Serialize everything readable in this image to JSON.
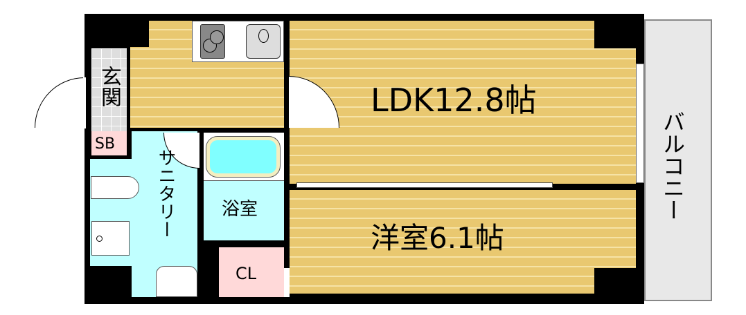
{
  "rooms": {
    "ldk": "LDK12.8帖",
    "western_room": "洋室6.1帖",
    "balcony": "バルコニー",
    "entrance": "玄関",
    "shoe_box": "SB",
    "sanitary": "サニタリー",
    "bathroom": "浴室",
    "closet": "CL"
  },
  "colors": {
    "wall": "#000000",
    "wood_floor": "#e9c870",
    "sanitary": "#c0ffff",
    "tub": "#80ffff",
    "storage": "#ffd9d9",
    "balcony": "#e8e8e8"
  }
}
